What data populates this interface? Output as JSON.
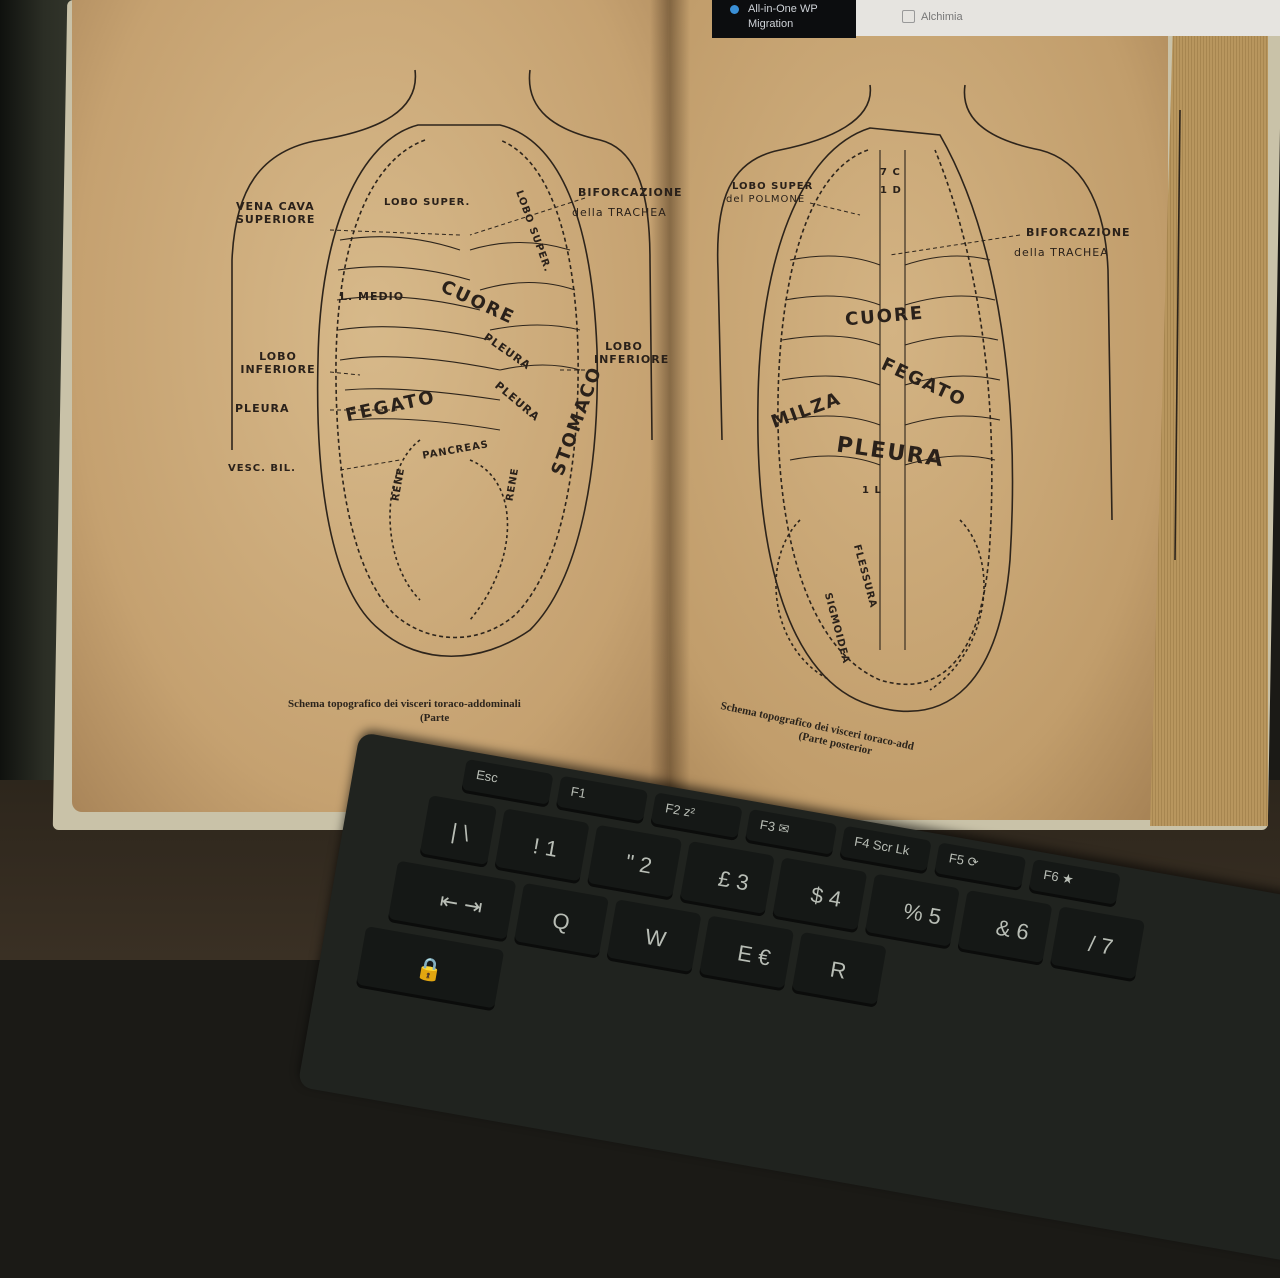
{
  "screen": {
    "menu_item": "All-in-One WP Migration",
    "checkbox_label": "Alchimia",
    "accent": "#3a8fd6"
  },
  "left_page": {
    "labels": {
      "vena_cava": "VENA CAVA SUPERIORE",
      "lobo_super_a": "LOBO SUPER.",
      "lobo_super_b": "LOBO SUPER.",
      "biforcazione": "BIFORCAZIONE",
      "della_trachea": "della TRACHEA",
      "l_medio": "L. MEDIO",
      "cuore": "CUORE",
      "pleura_a": "PLEURA",
      "lobo_inferiore_left": "LOBO INFERIORE",
      "lobo_inferiore_right": "LOBO INFERIORE",
      "pleura_left": "PLEURA",
      "fegato": "FEGATO",
      "stomaco": "STOMACO",
      "pleura_b": "PLEURA",
      "vesc_bil": "VESC. BIL.",
      "pancreas": "PANCREAS",
      "rene_a": "RENE",
      "rene_b": "RENE"
    },
    "caption": "Schema topografico dei visceri toraco-addominali",
    "caption_sub": "(Parte"
  },
  "right_page": {
    "labels": {
      "lobo_super": "LOBO SUPER",
      "del_polmone": "del POLMONE",
      "vert_c": "7 C",
      "vert_d": "1 D",
      "biforcazione": "BIFORCAZIONE",
      "della_trachea": "della TRACHEA",
      "cuore": "CUORE",
      "fegato": "FEGATO",
      "milza": "MILZA",
      "pleura": "PLEURA",
      "vert_l": "1 L",
      "flessura": "FLESSURA",
      "sigmoidea": "SIGMOIDEA"
    },
    "caption": "Schema topografico dei visceri toraco-add",
    "caption_sub": "(Parte posterior"
  },
  "keyboard": {
    "row_f": [
      "Esc",
      "F1",
      "F2 z²",
      "F3 ✉",
      "F4 Scr Lk",
      "F5 ⟳",
      "F6 ★"
    ],
    "row_num": [
      "|  \\",
      "!  1",
      "\"  2",
      "£  3",
      "$  4",
      "%  5",
      "&  6",
      "/  7"
    ],
    "row_q": [
      "⇤ ⇥",
      "Q",
      "W",
      "E €",
      "R"
    ],
    "row_a": [
      "🔒"
    ]
  }
}
